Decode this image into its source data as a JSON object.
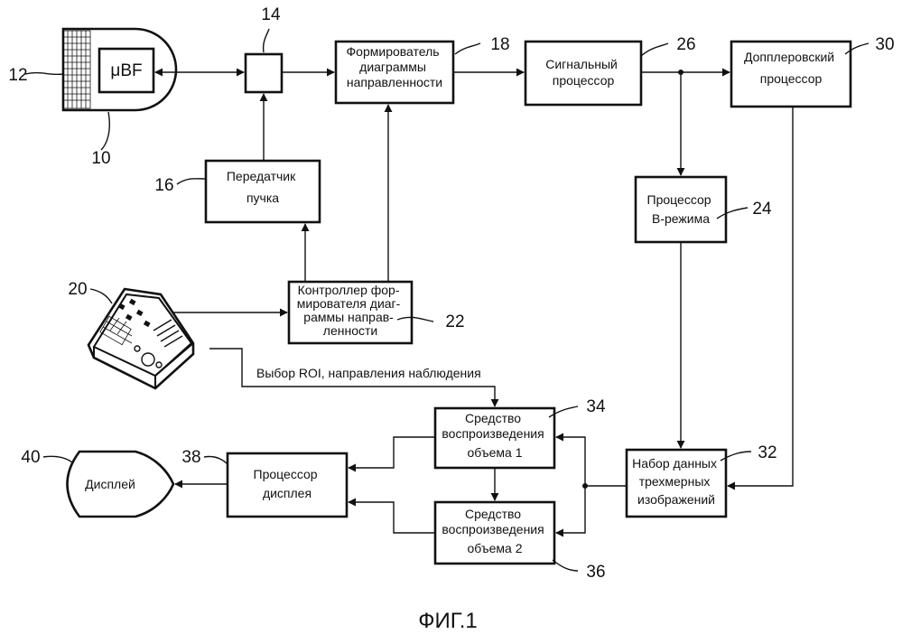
{
  "figure_caption": "ФИГ.1",
  "blocks": {
    "probe": {
      "label": "μBF",
      "ref": "10",
      "array_ref": "12"
    },
    "switch": {
      "ref": "14"
    },
    "beamformer": {
      "lines": [
        "Формирователь",
        "диаграммы",
        "направленности"
      ],
      "ref": "18"
    },
    "signal_processor": {
      "lines": [
        "Сигнальный",
        "процессор"
      ],
      "ref": "26"
    },
    "doppler_processor": {
      "lines": [
        "Допплеровский",
        "процессор"
      ],
      "ref": "30"
    },
    "transmitter": {
      "lines": [
        "Передатчик",
        "пучка"
      ],
      "ref": "16"
    },
    "bmode_processor": {
      "lines": [
        "Процессор",
        "В-режима"
      ],
      "ref": "24"
    },
    "user_interface": {
      "ref": "20"
    },
    "controller": {
      "lines": [
        "Контроллер фор-",
        "мирователя диаг-",
        "раммы направ-",
        "ленности"
      ],
      "ref": "22"
    },
    "roi_label": "Выбор ROI, направления наблюдения",
    "volume_renderer_1": {
      "lines": [
        "Средство",
        "воспроизведения",
        "объема 1"
      ],
      "ref": "34"
    },
    "volume_renderer_2": {
      "lines": [
        "Средство",
        "воспроизведения",
        "объема 2"
      ],
      "ref": "36"
    },
    "dataset_3d": {
      "lines": [
        "Набор данных",
        "трехмерных",
        "изображений"
      ],
      "ref": "32"
    },
    "display_processor": {
      "lines": [
        "Процессор",
        "дисплея"
      ],
      "ref": "38"
    },
    "display": {
      "label": "Дисплей",
      "ref": "40"
    }
  }
}
